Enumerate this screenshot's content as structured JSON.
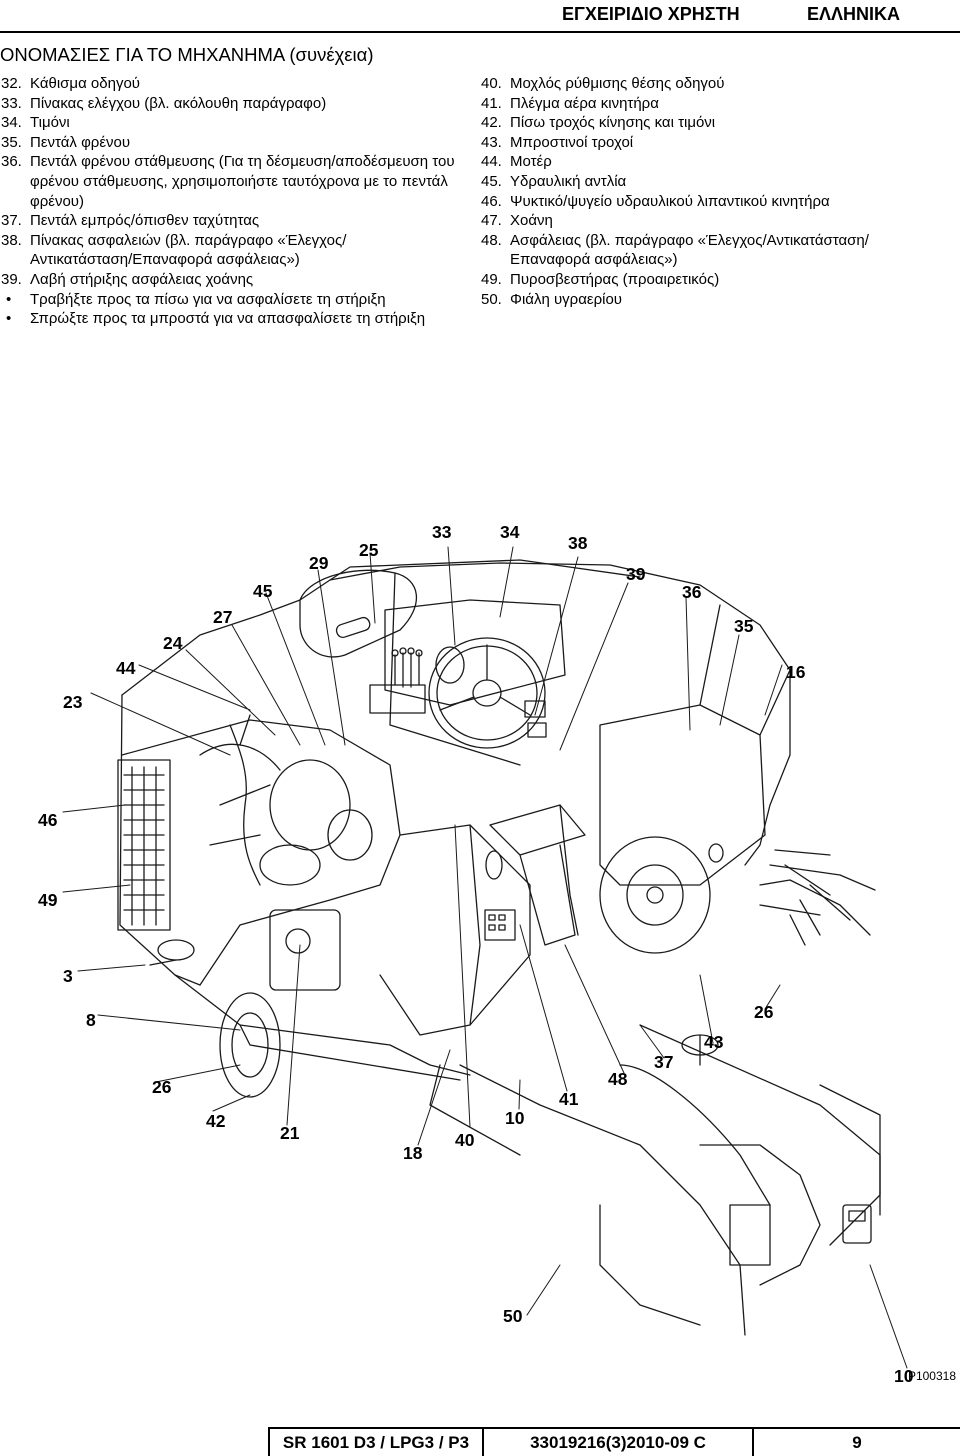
{
  "header": {
    "manual": "ΕΓΧΕΙΡΙΔΙΟ ΧΡΗΣΤΗ",
    "language": "ΕΛΛΗΝΙΚΑ"
  },
  "section_title": "ΟΝΟΜΑΣΙΕΣ ΓΙΑ ΤΟ ΜΗΧΑΝΗΜΑ (συνέχεια)",
  "left_list": [
    {
      "num": "32.",
      "text": "Κάθισμα οδηγού"
    },
    {
      "num": "33.",
      "text": "Πίνακας ελέγχου (βλ. ακόλουθη παράγραφο)"
    },
    {
      "num": "34.",
      "text": "Τιμόνι"
    },
    {
      "num": "35.",
      "text": "Πεντάλ φρένου"
    },
    {
      "num": "36.",
      "text": "Πεντάλ φρένου στάθμευσης (Για τη δέσμευση/αποδέσμευση του φρένου στάθμευσης, χρησιμοποιήστε ταυτόχρονα με το πεντάλ φρένου)"
    },
    {
      "num": "37.",
      "text": "Πεντάλ εμπρός/όπισθεν ταχύτητας"
    },
    {
      "num": "38.",
      "text": "Πίνακας ασφαλειών (βλ. παράγραφο «Έλεγχος/ Αντικατάσταση/Επαναφορά ασφάλειας»)"
    },
    {
      "num": "39.",
      "text": "Λαβή στήριξης ασφάλειας χοάνης"
    }
  ],
  "bullets_39": [
    "Τραβήξτε προς τα πίσω για να ασφαλίσετε τη στήριξη",
    "Σπρώξτε προς τα μπροστά για να απασφαλίσετε τη στήριξη"
  ],
  "bullet_symbol": "•",
  "right_list": [
    {
      "num": "40.",
      "text": "Μοχλός ρύθμισης θέσης οδηγού"
    },
    {
      "num": "41.",
      "text": "Πλέγμα αέρα κινητήρα"
    },
    {
      "num": "42.",
      "text": "Πίσω τροχός κίνησης και τιμόνι"
    },
    {
      "num": "43.",
      "text": "Μπροστινοί τροχοί"
    },
    {
      "num": "44.",
      "text": "Μοτέρ"
    },
    {
      "num": "45.",
      "text": "Υδραυλική αντλία"
    },
    {
      "num": "46.",
      "text": "Ψυκτικό/ψυγείο υδραυλικού λιπαντικού κινητήρα"
    },
    {
      "num": "47.",
      "text": "Χοάνη"
    },
    {
      "num": "48.",
      "text": "Ασφάλειας (βλ. παράγραφο «Έλεγχος/Αντικατάσταση/ Επαναφορά ασφάλειας»)"
    },
    {
      "num": "49.",
      "text": "Πυροσβεστήρας (προαιρετικός)"
    },
    {
      "num": "50.",
      "text": "Φιάλη υγραερίου"
    }
  ],
  "callouts": [
    "33",
    "34",
    "38",
    "25",
    "29",
    "39",
    "36",
    "45",
    "27",
    "35",
    "24",
    "44",
    "16",
    "23",
    "46",
    "49",
    "3",
    "8",
    "26",
    "37",
    "43",
    "48",
    "26",
    "42",
    "21",
    "41",
    "10",
    "18",
    "40",
    "50",
    "10"
  ],
  "figure_ref": "P100318",
  "footer": {
    "model": "SR 1601 D3 / LPG3 / P3",
    "doc": "33019216(3)2010-09 C",
    "page": "9"
  }
}
